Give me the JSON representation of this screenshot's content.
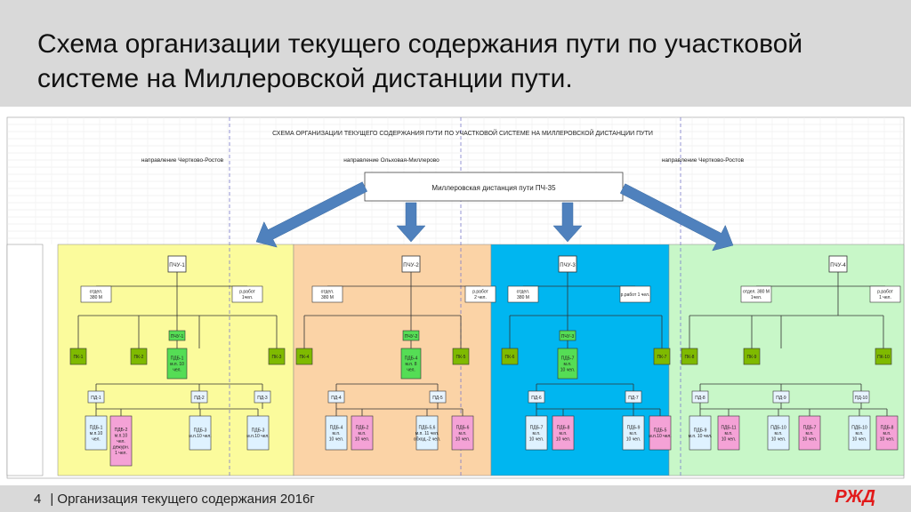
{
  "header": {
    "title": "Схема организации текущего содержания пути по участковой системе на Миллеровской дистанции пути."
  },
  "footer": {
    "page_number": "4",
    "text": "| Организация текущего содержания 2016г",
    "logo_text": "РЖД"
  },
  "colors": {
    "zone1": "#fbfb9c",
    "zone2": "#fbd3a6",
    "zone3": "#00b6f0",
    "zone4": "#c8f7c8",
    "arrow": "#4f81bd",
    "pch_box": "#ffffff",
    "pchu_box": "#55dd55",
    "pk_box": "#7fba00",
    "pdb_blue": "#dff2ff",
    "pdb_pink": "#f4a2d6"
  },
  "diagram": {
    "title": "СХЕМА ОРГАНИЗАЦИИ ТЕКУЩЕГО СОДЕРЖАНИЯ ПУТИ ПО УЧАСТКОВОЙ СИСТЕМЕ НА МИЛЛЕРОВСКОЙ ДИСТАНЦИИ ПУТИ",
    "directions": [
      "направление Чертково-Ростов",
      "направление Ольховая-Миллерово",
      "направление Чертково-Ростов"
    ],
    "root": "Миллеровская дистанция пути ПЧ-35",
    "sections": [
      {
        "pch": "ПЧУ-1",
        "left_note": [
          "отдел.",
          "380 М"
        ],
        "right_note": [
          "р.работ",
          "1чел."
        ],
        "top": [
          {
            "kind": "pk",
            "label": "ПК-1"
          },
          {
            "kind": "pk",
            "label": "ПК-2"
          },
          {
            "kind": "pchu",
            "label": "ПЧУ-1",
            "sub": [
              "ПДБ-1",
              "м.п. 10",
              "чел."
            ]
          },
          {
            "kind": "none"
          },
          {
            "kind": "pk",
            "label": "ПК-3"
          }
        ],
        "pd": [
          "ПД-1",
          "ПД-2",
          "ПД-3"
        ],
        "pdb": [
          {
            "pink": false,
            "text": [
              "ПДБ-1",
              "м.п.10",
              "чел."
            ]
          },
          {
            "pink": true,
            "text": [
              "ПДБ-2",
              "м.п.10",
              "чел.",
              "дежурн.",
              "1 чел."
            ]
          },
          {
            "pink": false,
            "text": [
              "ПДБ-3",
              "м.п.10 чел."
            ]
          },
          {
            "pink": false,
            "text": [
              "ПДБ-3",
              "м.п.10 чел."
            ]
          }
        ]
      },
      {
        "pch": "ПЧУ-2",
        "left_note": [
          "отдел.",
          "380 М"
        ],
        "right_note": [
          "р.работ",
          "2 чел."
        ],
        "top": [
          {
            "kind": "pk",
            "label": "ПК-4"
          },
          {
            "kind": "pchu",
            "label": "ПЧУ-2",
            "sub": [
              "ПДБ-4",
              "м.п. 8",
              "чел."
            ]
          },
          {
            "kind": "pk",
            "label": "ПК-5"
          }
        ],
        "pd": [
          "ПД-4",
          "ПД-5"
        ],
        "pdb": [
          {
            "pink": false,
            "text": [
              "ПДБ-4",
              "м.п.",
              "10 чел."
            ]
          },
          {
            "pink": true,
            "text": [
              "ПДБ-2",
              "м.п.",
              "10 чел."
            ]
          },
          {
            "pink": false,
            "text": [
              "ПДБ-5,6",
              "м.п. 11 чел.",
              "обход.-2 чел."
            ]
          },
          {
            "pink": true,
            "text": [
              "ПДБ-6",
              "м.п.",
              "10 чел."
            ]
          }
        ]
      },
      {
        "pch": "ПЧУ-3",
        "left_note": [
          "отдел.",
          "380 М"
        ],
        "right_note": [
          "р.работ 1 чел."
        ],
        "top": [
          {
            "kind": "pk",
            "label": "ПК-6"
          },
          {
            "kind": "pchu",
            "label": "ПЧУ-3",
            "sub": [
              "ПДБ-7",
              "м.п.",
              "10 чел."
            ]
          },
          {
            "kind": "pk",
            "label": "ПК-7"
          }
        ],
        "pd": [
          "ПД-6",
          "ПД-7"
        ],
        "pdb": [
          {
            "pink": false,
            "text": [
              "ПДБ-7",
              "м.п.",
              "10 чел."
            ]
          },
          {
            "pink": true,
            "text": [
              "ПДБ-8",
              "м.п.",
              "10 чел."
            ]
          },
          {
            "pink": false,
            "text": [
              "ПДБ-9",
              "м.п.",
              "10 чел."
            ]
          },
          {
            "pink": true,
            "text": [
              "ПДБ-5",
              "м.п.10 чел."
            ]
          }
        ]
      },
      {
        "pch": "ПЧУ-4",
        "left_note": [
          "отдел. 380 М",
          "1чел."
        ],
        "right_note": [
          "р.работ",
          "1 чел."
        ],
        "top": [
          {
            "kind": "pk",
            "label": "ПК-8"
          },
          {
            "kind": "pk",
            "label": "ПК-9"
          },
          {
            "kind": "none"
          },
          {
            "kind": "pk",
            "label": "ПК-10"
          }
        ],
        "pd": [
          "ПД-8",
          "ПД-9",
          "ПД-10"
        ],
        "pdb": [
          {
            "pink": false,
            "text": [
              "ПДБ-9",
              "м.п. 10 чел."
            ]
          },
          {
            "pink": true,
            "text": [
              "ПДБ-11",
              "м.п.",
              "10 чел."
            ]
          },
          {
            "pink": false,
            "text": [
              "ПДБ-10",
              "м.п.",
              "10 чел."
            ]
          },
          {
            "pink": true,
            "text": [
              "ПДБ-7",
              "м.п.",
              "10 чел."
            ]
          },
          {
            "pink": false,
            "text": [
              "ПДБ-10",
              "м.п.",
              "10 чел."
            ]
          },
          {
            "pink": true,
            "text": [
              "ПДБ-8",
              "м.п.",
              "10 чел."
            ]
          }
        ]
      }
    ]
  }
}
